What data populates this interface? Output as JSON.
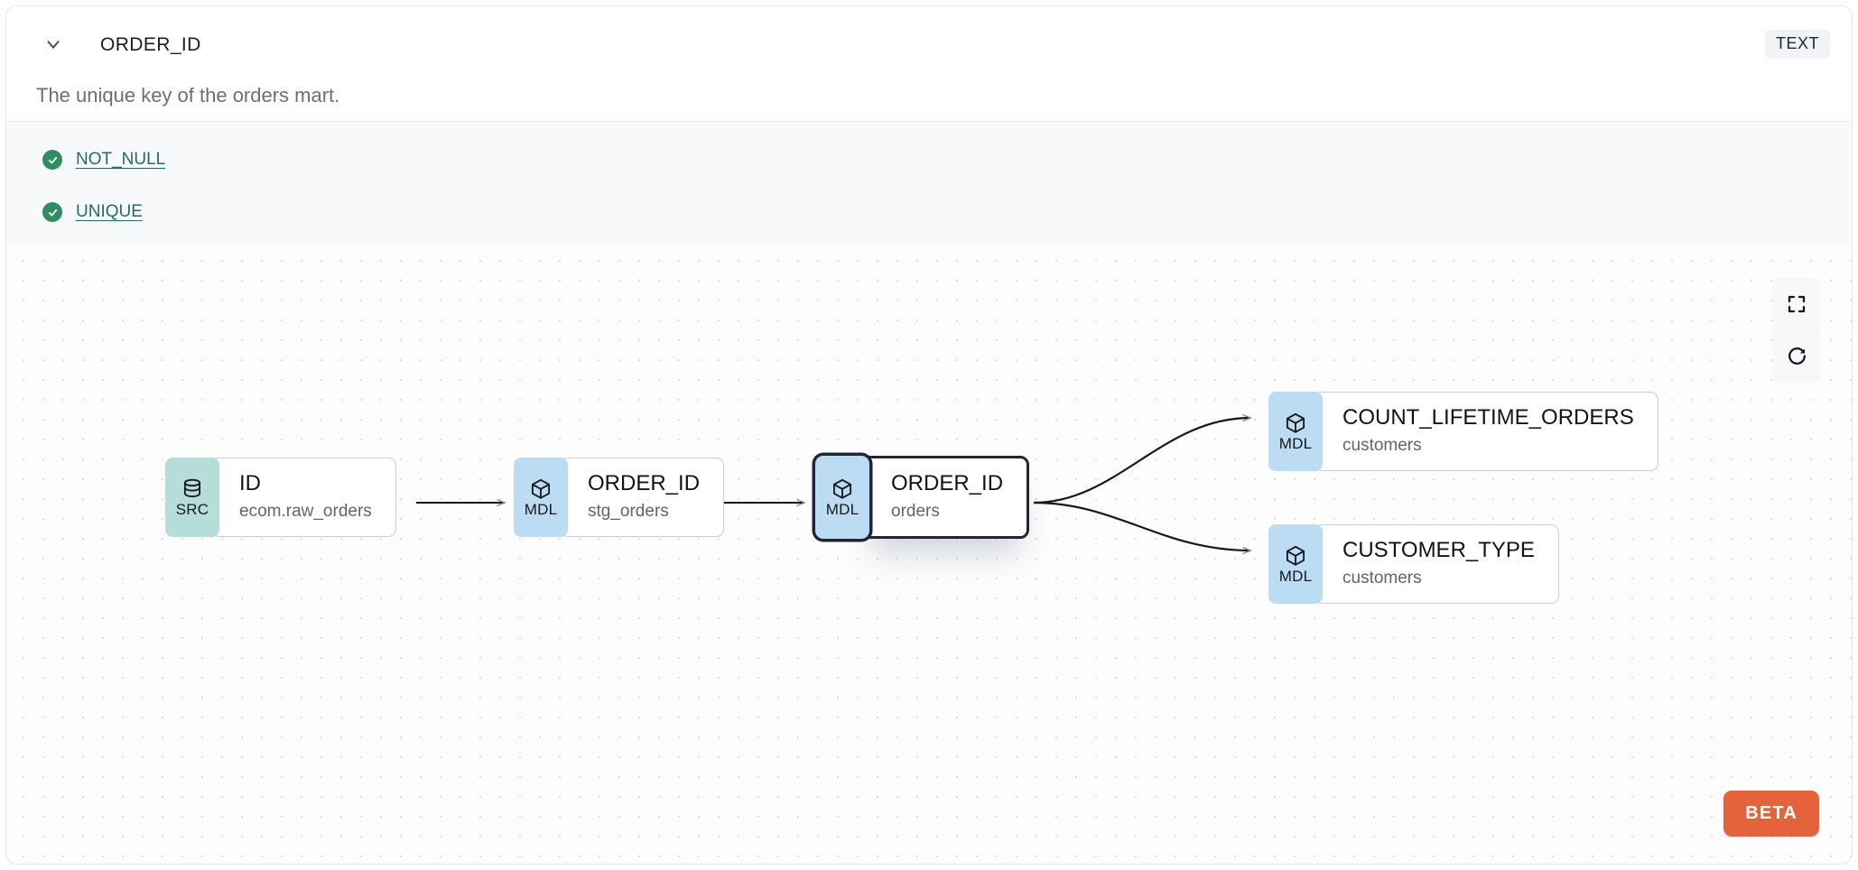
{
  "header": {
    "chevron_icon": "chevron-down-icon",
    "column_name": "ORDER_ID",
    "data_type": "TEXT",
    "description": "The unique key of the orders mart."
  },
  "tests": [
    {
      "icon": "check-circle-icon",
      "label": "NOT_NULL",
      "status": "passing"
    },
    {
      "icon": "check-circle-icon",
      "label": "UNIQUE",
      "status": "passing"
    }
  ],
  "lineage": {
    "nodes": [
      {
        "id": "n1",
        "badge": "SRC",
        "badge_icon": "database-icon",
        "name": "ID",
        "sub": "ecom.raw_orders",
        "selected": false
      },
      {
        "id": "n2",
        "badge": "MDL",
        "badge_icon": "cube-icon",
        "name": "ORDER_ID",
        "sub": "stg_orders",
        "selected": false
      },
      {
        "id": "n3",
        "badge": "MDL",
        "badge_icon": "cube-icon",
        "name": "ORDER_ID",
        "sub": "orders",
        "selected": true
      },
      {
        "id": "n4",
        "badge": "MDL",
        "badge_icon": "cube-icon",
        "name": "COUNT_LIFETIME_ORDERS",
        "sub": "customers",
        "selected": false
      },
      {
        "id": "n5",
        "badge": "MDL",
        "badge_icon": "cube-icon",
        "name": "CUSTOMER_TYPE",
        "sub": "customers",
        "selected": false
      }
    ],
    "edges": [
      {
        "from": "n1",
        "to": "n2"
      },
      {
        "from": "n2",
        "to": "n3"
      },
      {
        "from": "n3",
        "to": "n4"
      },
      {
        "from": "n3",
        "to": "n5"
      }
    ]
  },
  "controls": [
    {
      "icon": "fit-view-icon",
      "label": "Fit view"
    },
    {
      "icon": "reset-icon",
      "label": "Reset"
    }
  ],
  "beta_badge": "BETA",
  "colors": {
    "src_badge": "#b6ddd9",
    "mdl_badge": "#bcdcf4",
    "beta": "#e4633a",
    "test_pass": "#2f8c63",
    "test_link": "#276a6a"
  }
}
